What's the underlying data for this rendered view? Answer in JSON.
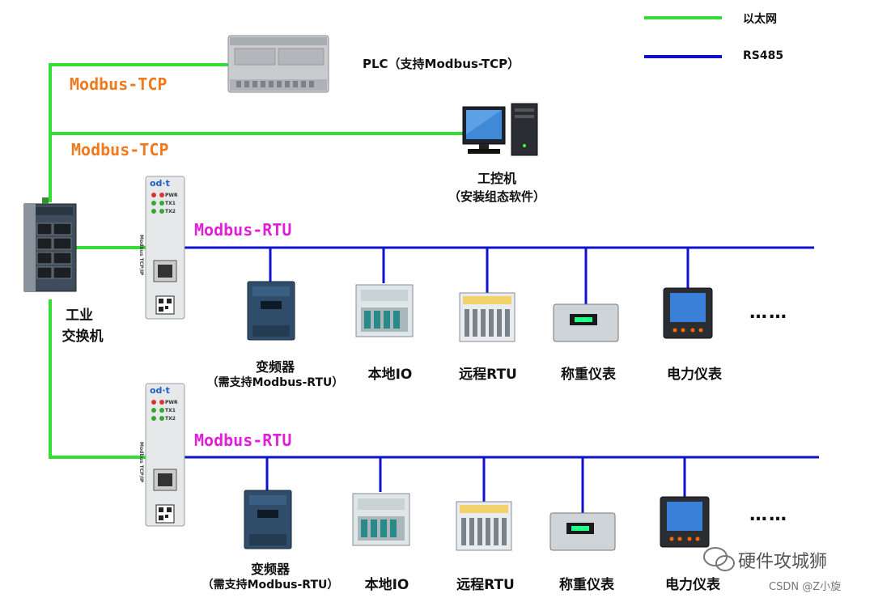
{
  "legend": {
    "ethernet_label": "以太网",
    "rs485_label": "RS485",
    "ethernet_color": "#33dd33",
    "rs485_color": "#1111cc"
  },
  "protocols": {
    "tcp_1": "Modbus-TCP",
    "tcp_2": "Modbus-TCP",
    "rtu_1": "Modbus-RTU",
    "rtu_2": "Modbus-RTU"
  },
  "devices": {
    "plc": "PLC（支持Modbus-TCP）",
    "ipc_line1": "工控机",
    "ipc_line2": "（安装组态软件）",
    "switch_line1": "工业",
    "switch_line2": "交换机",
    "gateway_brand": "od·t",
    "gateway_model": "Modbus TCP/IP",
    "gateway_led_1": "PWR",
    "gateway_led_2": "TX1",
    "gateway_led_3": "TX2"
  },
  "bus1": {
    "vfd_line1": "变频器",
    "vfd_line2": "（需支持Modbus-RTU）",
    "local_io": "本地IO",
    "remote_rtu": "远程RTU",
    "weighing": "称重仪表",
    "power_meter": "电力仪表",
    "more": "……"
  },
  "bus2": {
    "vfd_line1": "变频器",
    "vfd_line2": "（需支持Modbus-RTU）",
    "local_io": "本地IO",
    "remote_rtu": "远程RTU",
    "weighing": "称重仪表",
    "power_meter": "电力仪表",
    "more": "……"
  },
  "watermark": {
    "wechat": "硬件攻城狮",
    "csdn": "CSDN @Z小旋"
  }
}
